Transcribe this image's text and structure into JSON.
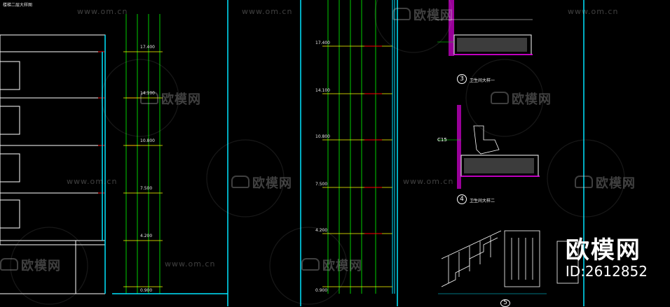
{
  "watermarks": {
    "brand_cn": "欧模网",
    "url": "www.om.cn"
  },
  "brand_stamp": {
    "name": "欧模网",
    "id_text": "ID:2612852"
  },
  "drawing_labels": {
    "top_left": "楼梯二层大样图",
    "detail_3": "卫生间大样一",
    "detail_4": "卫生间大样二",
    "c15_label": "C15",
    "detail_3_num": "3",
    "detail_4_num": "4",
    "detail_5_num": "5"
  },
  "elevations": {
    "left_column": [
      "17.400",
      "14.100",
      "10.800",
      "7.500",
      "4.200",
      "0.900"
    ],
    "mid_column": [
      "17.400",
      "14.100",
      "10.800",
      "7.500",
      "4.200",
      "0.900"
    ]
  },
  "colors": {
    "background": "#000000",
    "cyan": "#00e5ff",
    "green": "#00ff00",
    "yellow": "#ffff00",
    "magenta": "#ff00ff",
    "red": "#ff0000",
    "white": "#ffffff"
  }
}
